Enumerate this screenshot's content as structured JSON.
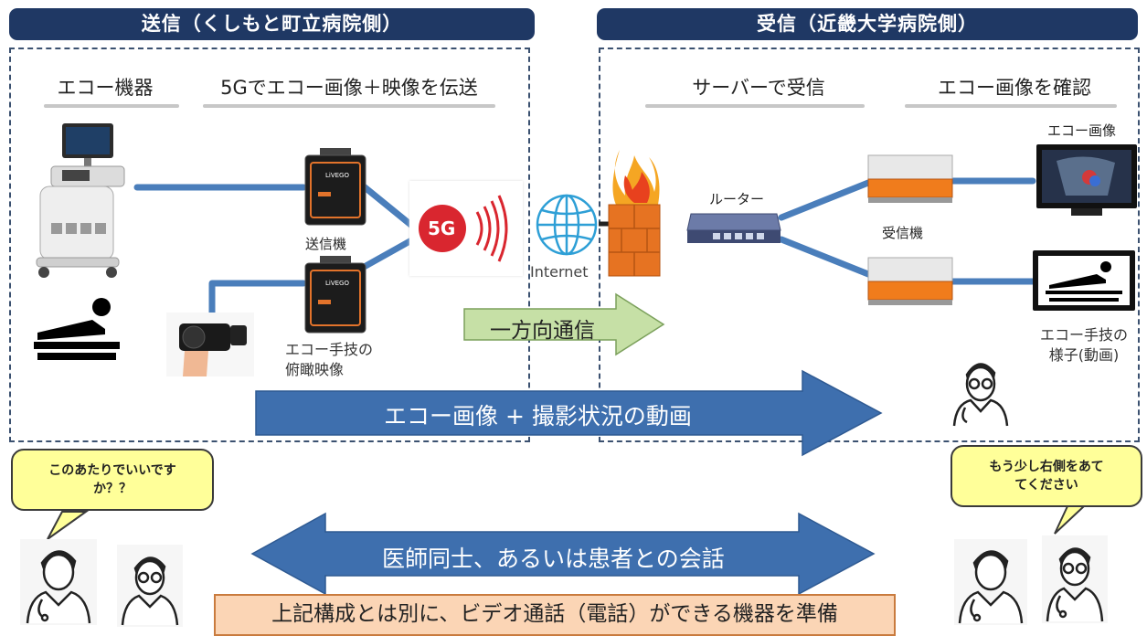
{
  "headers": {
    "send": "送信（くしもと町立病院側）",
    "receive": "受信（近畿大学病院側）"
  },
  "columns": {
    "echo_device": "エコー機器",
    "transmit": "5Gでエコー画像＋映像を伝送",
    "server_receive": "サーバーで受信",
    "confirm": "エコー画像を確認"
  },
  "labels": {
    "transmitter": "送信機",
    "overhead_video_line1": "エコー手技の",
    "overhead_video_line2": "俯瞰映像",
    "router": "ルーター",
    "receiver": "受信機",
    "echo_image": "エコー画像",
    "procedure_video_line1": "エコー手技の",
    "procedure_video_line2": "様子(動画)",
    "fiveg": "5G",
    "internet": "Internet",
    "device_brand": "LiVEGO"
  },
  "arrows": {
    "one_way": "一方向通信",
    "main": "エコー画像 + 撮影状況の動画",
    "conversation": "医師同士、あるいは患者との会話"
  },
  "bubbles": {
    "left": "このあたりでいいですか？？",
    "right": "もう少し右側をあててください"
  },
  "note": "上記構成とは別に、ビデオ通話（電話）ができる機器を準備",
  "colors": {
    "header_bg": "#1f3864",
    "link_line": "#4a7ebb",
    "arrow_blue": "#3e6fae",
    "arrow_green": "#c6e0a6",
    "bubble_bg": "#ffff99",
    "note_bg": "#fbd5b5",
    "fiveg_red": "#d9262f",
    "orange": "#f07c1c"
  },
  "icons": [
    "ultrasound-machine-icon",
    "patient-bed-icon",
    "camcorder-icon",
    "transmitter-device-icon",
    "fiveg-signal-icon",
    "globe-icon",
    "firewall-icon",
    "router-icon",
    "receiver-server-icon",
    "monitor-icon",
    "doctor-icon"
  ]
}
